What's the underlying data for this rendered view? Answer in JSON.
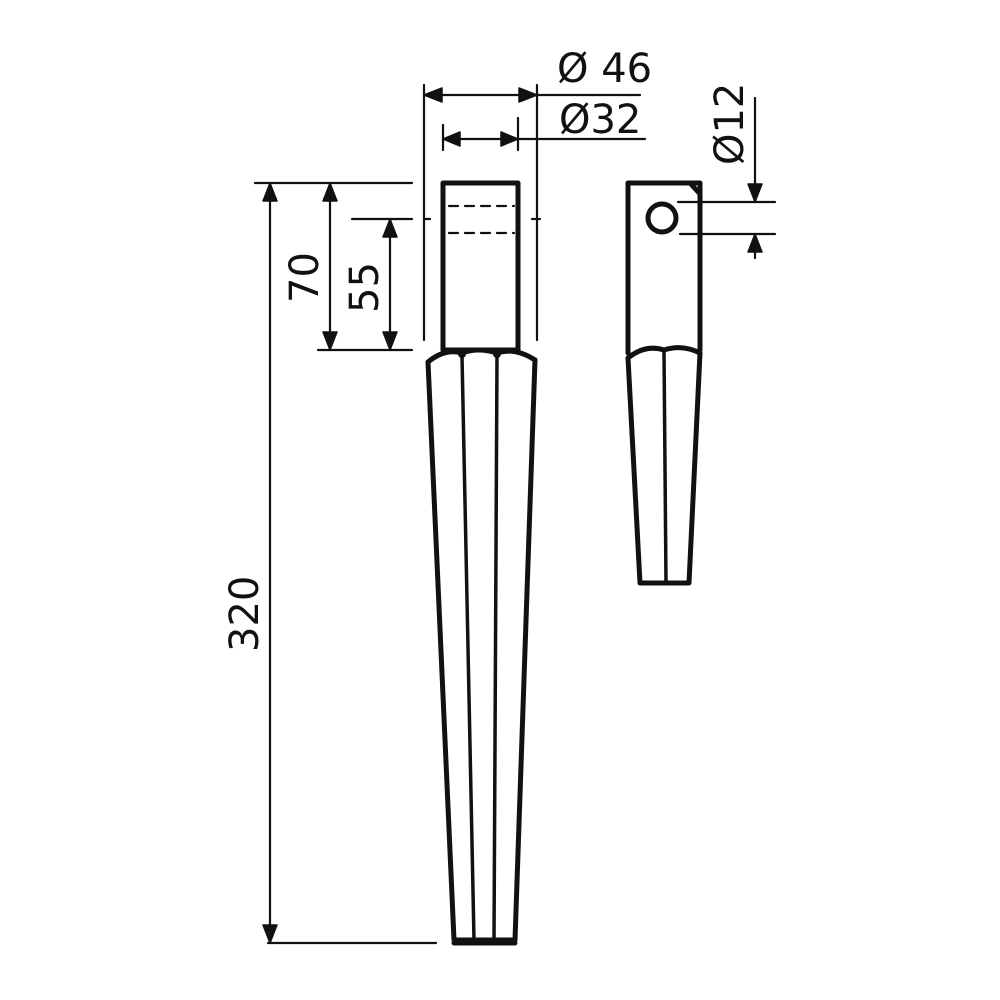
{
  "dimensions": {
    "outer_diameter": "Ø 46",
    "inner_diameter": "Ø32",
    "hole_diameter": "Ø12",
    "total_length": "320",
    "shank_length": "70",
    "hole_depth": "55"
  }
}
